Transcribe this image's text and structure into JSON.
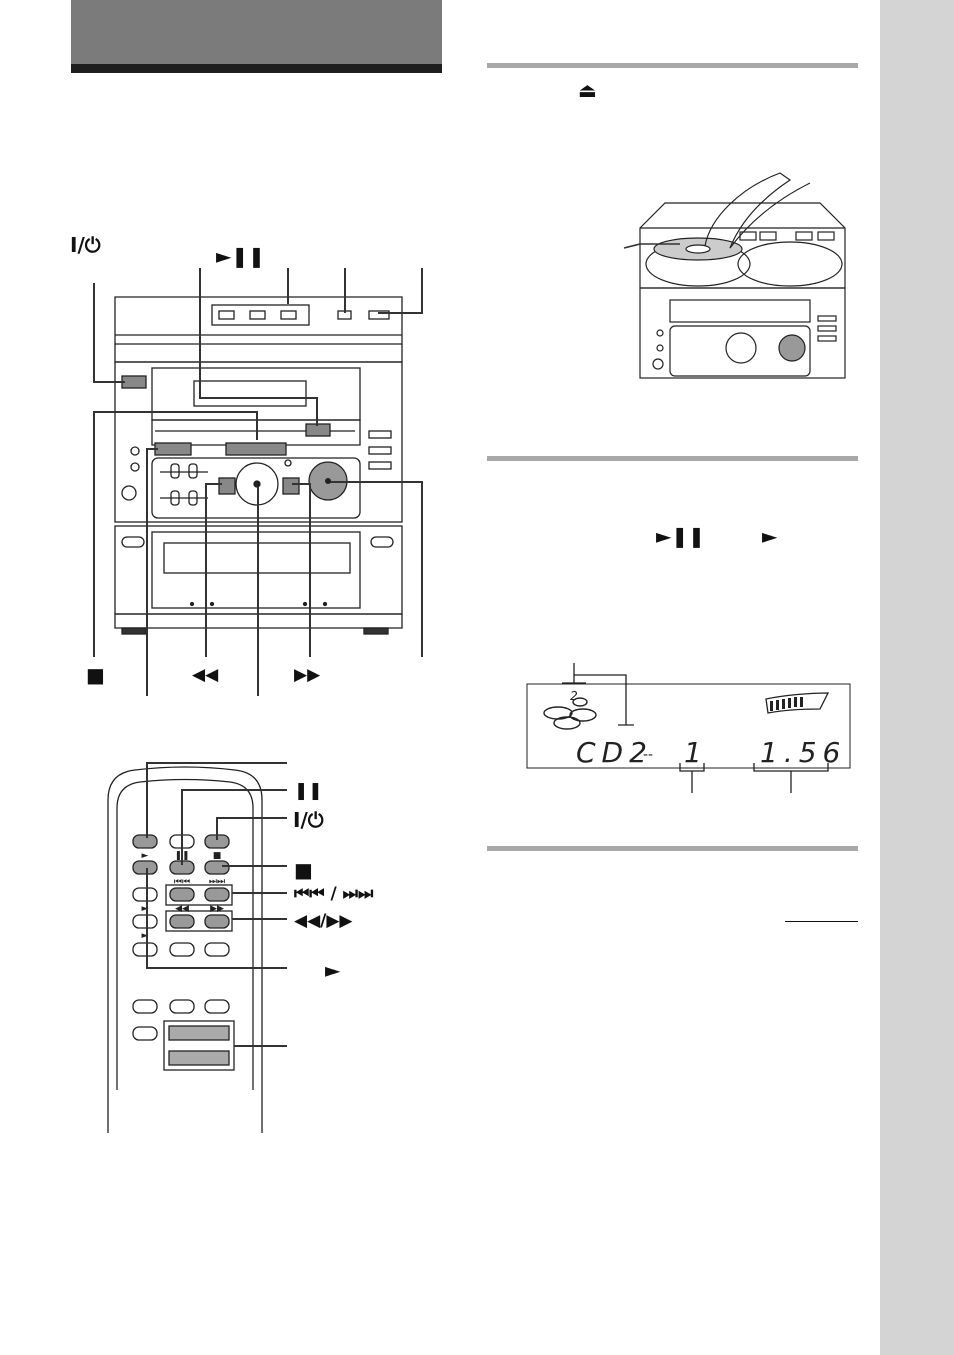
{
  "main_unit_labels": {
    "power": "I/⏻",
    "play_pause": "►❚❚",
    "stop": "■",
    "rewind": "◀◀",
    "fast_forward": "▶▶"
  },
  "step1": {
    "eject_icon": "⏏"
  },
  "step2": {
    "play_pause_glyph": "►❚❚",
    "play_glyph": "►"
  },
  "display": {
    "disc_number": "2",
    "source": "CD2",
    "dashes": "--",
    "track": "1",
    "time": "1.56"
  },
  "remote_labels": {
    "pause": "❚❚",
    "power": "I/⏻",
    "stop": "■",
    "skip": "⏮⏮ / ⏭⏭",
    "search": "◀◀/▶▶",
    "play": "►"
  },
  "remote_button_marks": {
    "play": "►",
    "pause": "❚❚",
    "stop": "■",
    "prev": "⏮⏮",
    "next": "⏭⏭",
    "rew": "◀◀",
    "ff": "▶▶"
  },
  "colors": {
    "header": "#7b7b7b",
    "header_rule": "#1e1e1e",
    "section_rule": "#a8a8a8",
    "side_tab": "#d4d4d4"
  }
}
